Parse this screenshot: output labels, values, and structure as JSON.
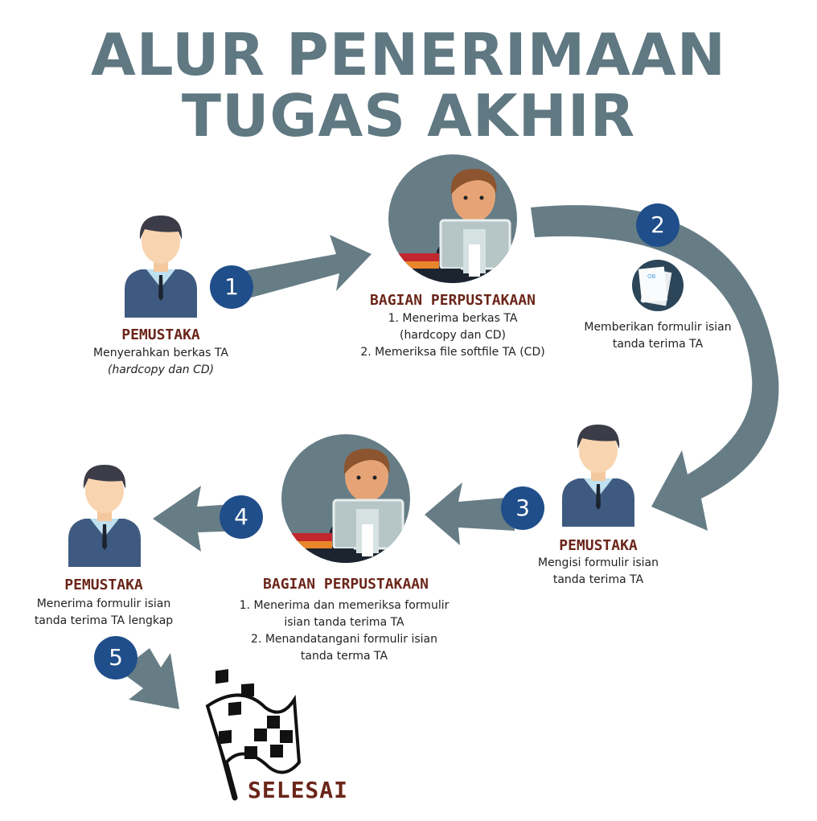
{
  "title": {
    "line1": "ALUR PENERIMAAN",
    "line2": "TUGAS AKHIR"
  },
  "colors": {
    "title": "#5f7882",
    "arrow": "#677d86",
    "step_badge": "#1f4e8a",
    "label": "#6b2519"
  },
  "steps": [
    {
      "number": "1",
      "actor": "PEMUSTAKA",
      "lines": [
        "Menyerahkan berkas TA",
        "(hardcopy dan CD)"
      ]
    },
    {
      "number": "",
      "actor": "BAGIAN PERPUSTAKAAN",
      "lines": [
        "1. Menerima berkas TA",
        "(hardcopy dan CD)",
        "2. Memeriksa file softfile TA (CD)"
      ]
    },
    {
      "number": "2",
      "actor": "",
      "lines": [
        "Memberikan formulir isian",
        "tanda terima TA"
      ]
    },
    {
      "number": "3",
      "actor": "PEMUSTAKA",
      "lines": [
        "Mengisi formulir isian",
        "tanda terima TA"
      ]
    },
    {
      "number": "4",
      "actor": "BAGIAN PERPUSTAKAAN",
      "lines": [
        "1. Menerima dan memeriksa formulir",
        "isian tanda terima TA",
        "2. Menandatangani formulir isian",
        "tanda terma TA"
      ]
    },
    {
      "number": "5",
      "actor": "PEMUSTAKA",
      "lines": [
        "Menerima formulir isian",
        "tanda terima TA lengkap"
      ]
    }
  ],
  "finish": "SELESAI"
}
